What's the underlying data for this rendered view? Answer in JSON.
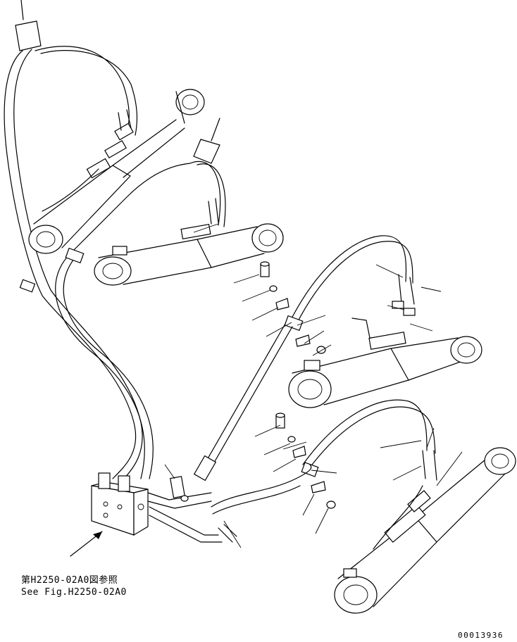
{
  "reference_note": {
    "japanese": "第H2250-02A0図参照",
    "english": "See Fig.H2250-02A0"
  },
  "document_number": "00013936"
}
